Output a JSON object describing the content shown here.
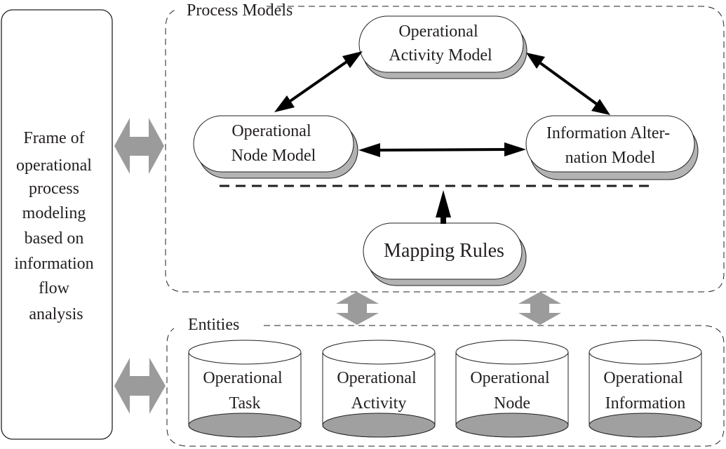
{
  "frame": {
    "lines": [
      "Frame of",
      "operational",
      "process",
      "modeling",
      "based on",
      "information",
      "flow",
      "analysis"
    ]
  },
  "process_models": {
    "title": "Process Models",
    "nodes": {
      "activity": {
        "lines": [
          "Operational",
          "Activity Model"
        ]
      },
      "node": {
        "lines": [
          "Operational",
          "Node Model"
        ]
      },
      "info": {
        "lines": [
          "Information Alter-",
          "nation Model"
        ]
      },
      "mapping": {
        "lines": [
          "Mapping Rules"
        ]
      }
    }
  },
  "entities": {
    "title": "Entities",
    "items": [
      {
        "lines": [
          "Operational",
          "Task"
        ]
      },
      {
        "lines": [
          "Operational",
          "Activity"
        ]
      },
      {
        "lines": [
          "Operational",
          "Node"
        ]
      },
      {
        "lines": [
          "Operational",
          "Information"
        ]
      }
    ]
  },
  "colors": {
    "stroke": "#231f20",
    "shadow": "#b3b3b3",
    "gray_arrow": "#9b9b9b",
    "cylinder_base": "#a0a0a0"
  }
}
